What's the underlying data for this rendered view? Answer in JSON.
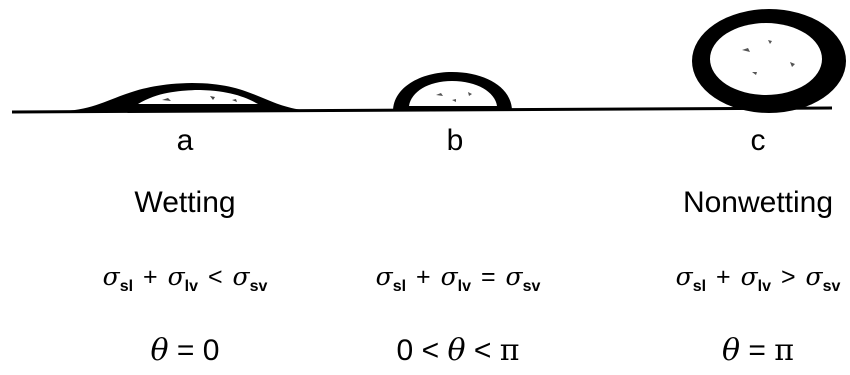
{
  "cases": [
    {
      "letter": "a",
      "condition": "Wetting",
      "equation": {
        "a": "σ",
        "a_sub": "sl",
        "op1": "+",
        "b": "σ",
        "b_sub": "lv",
        "op2": "<",
        "c": "σ",
        "c_sub": "sv"
      },
      "angle": {
        "left": "",
        "op1": "",
        "theta": "θ",
        "op2": "=",
        "right": "0"
      }
    },
    {
      "letter": "b",
      "condition": "",
      "equation": {
        "a": "σ",
        "a_sub": "sl",
        "op1": "+",
        "b": "σ",
        "b_sub": "lv",
        "op2": "=",
        "c": "σ",
        "c_sub": "sv"
      },
      "angle": {
        "left": "0",
        "op1": "<",
        "theta": "θ",
        "op2": "<",
        "right": "π"
      }
    },
    {
      "letter": "c",
      "condition": "Nonwetting",
      "equation": {
        "a": "σ",
        "a_sub": "sl",
        "op1": "+",
        "b": "σ",
        "b_sub": "lv",
        "op2": ">",
        "c": "σ",
        "c_sub": "sv"
      },
      "angle": {
        "left": "",
        "op1": "",
        "theta": "θ",
        "op2": "=",
        "right": "π"
      }
    }
  ]
}
